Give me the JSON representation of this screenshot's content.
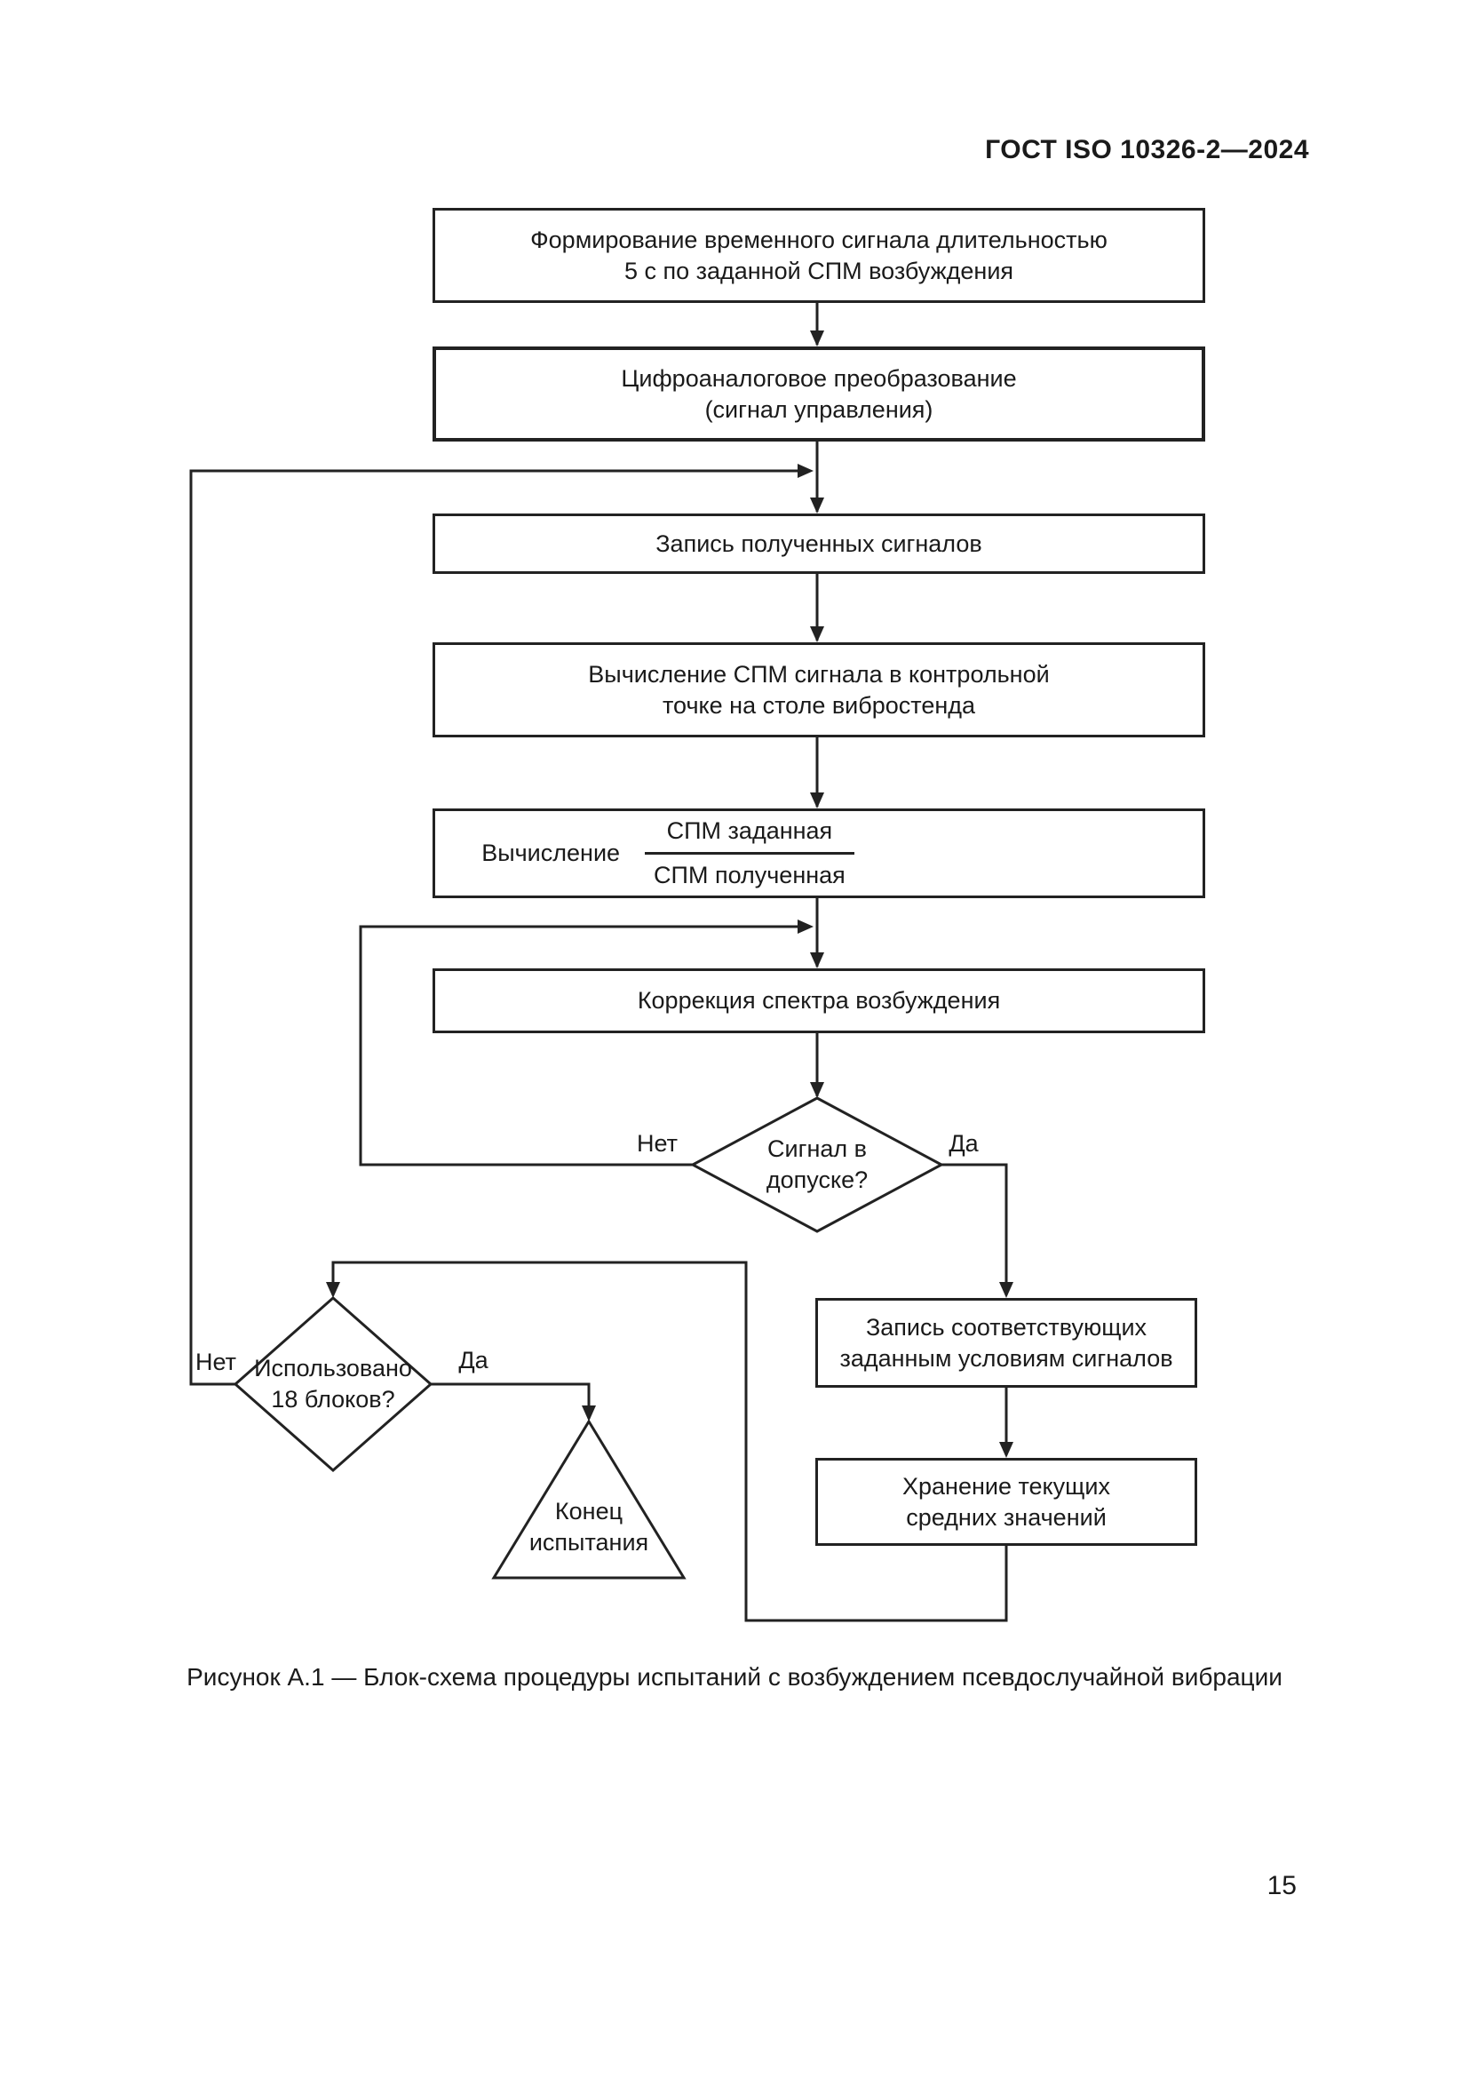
{
  "page": {
    "header": "ГОСТ ISO 10326-2—2024",
    "caption": "Рисунок А.1 — Блок-схема процедуры испытаний с возбуждением псевдослучайной вибрации",
    "page_number": "15"
  },
  "flowchart": {
    "boxes": {
      "generate_signal": {
        "line1": "Формирование временного сигнала длительностью",
        "line2": "5 с по заданной СПМ возбуждения"
      },
      "dac": {
        "line1": "Цифроаналоговое преобразование",
        "line2": "(сигнал управления)"
      },
      "record_signals": {
        "line1": "Запись полученных сигналов"
      },
      "compute_psd": {
        "line1": "Вычисление СПМ сигнала в контрольной",
        "line2": "точке на столе вибростенда"
      },
      "compute_ratio": {
        "label": "Вычисление",
        "numerator": "СПМ заданная",
        "denominator": "СПМ полученная"
      },
      "correct_spectrum": {
        "line1": "Коррекция спектра возбуждения"
      },
      "record_matching": {
        "line1": "Запись соответствующих",
        "line2": "заданным условиям сигналов"
      },
      "store_averages": {
        "line1": "Хранение текущих",
        "line2": "средних значений"
      }
    },
    "decisions": {
      "signal_in_tolerance": {
        "line1": "Сигнал в",
        "line2": "допуске?",
        "no_label": "Нет",
        "yes_label": "Да"
      },
      "blocks_used": {
        "line1": "Использовано",
        "line2": "18 блоков?",
        "no_label": "Нет",
        "yes_label": "Да"
      }
    },
    "terminator": {
      "line1": "Конец",
      "line2": "испытания"
    }
  },
  "colors": {
    "line": "#222222",
    "text": "#1a1a1a",
    "background": "#ffffff"
  }
}
